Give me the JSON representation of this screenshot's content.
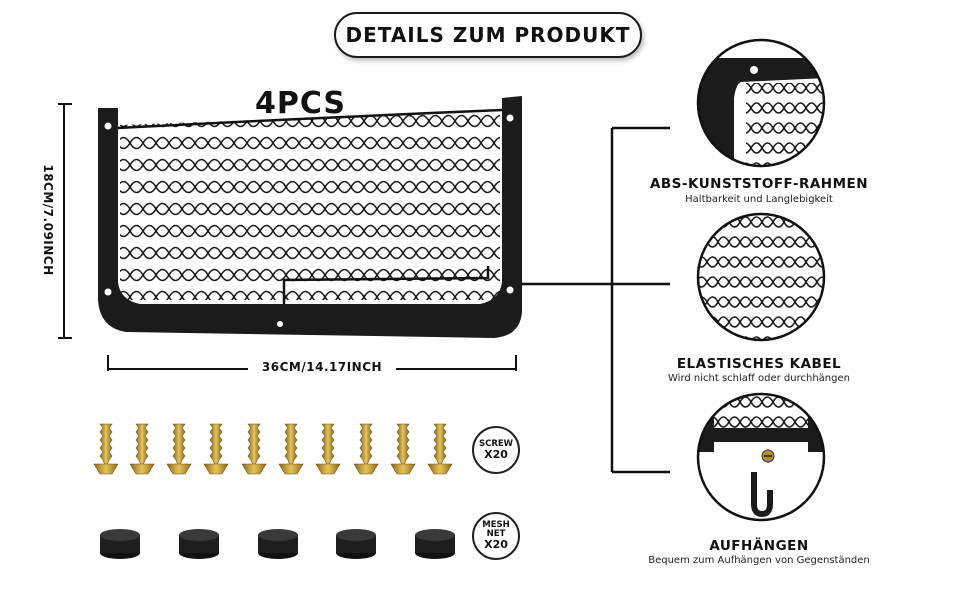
{
  "header": {
    "title": "DETAILS ZUM PRODUKT"
  },
  "product": {
    "quantity": "4PCS",
    "height_label": "18CM/7.09INCH",
    "width_label": "36CM/14.17INCH"
  },
  "features": [
    {
      "title": "ABS-KUNSTSTOFF-RAHMEN",
      "subtitle": "Haltbarkeit und Langlebigkeit",
      "icon": "frame-corner-detail"
    },
    {
      "title": "ELASTISCHES KABEL",
      "subtitle": "Wird nicht schlaff oder durchhängen",
      "icon": "elastic-mesh-detail"
    },
    {
      "title": "AUFHÄNGEN",
      "subtitle": "Bequem zum Aufhängen von Gegenständen",
      "icon": "hanging-hook-detail"
    }
  ],
  "accessories": {
    "screws": {
      "line1": "SCREW",
      "line2": "X20",
      "count_shown": 10
    },
    "mesh_net": {
      "line1": "MESH",
      "line2": "NET",
      "line3": "X20",
      "count_shown": 5
    }
  },
  "colors": {
    "frame": "#1b1b1b",
    "screw_gold": "#c9a23a",
    "background": "#ffffff"
  }
}
